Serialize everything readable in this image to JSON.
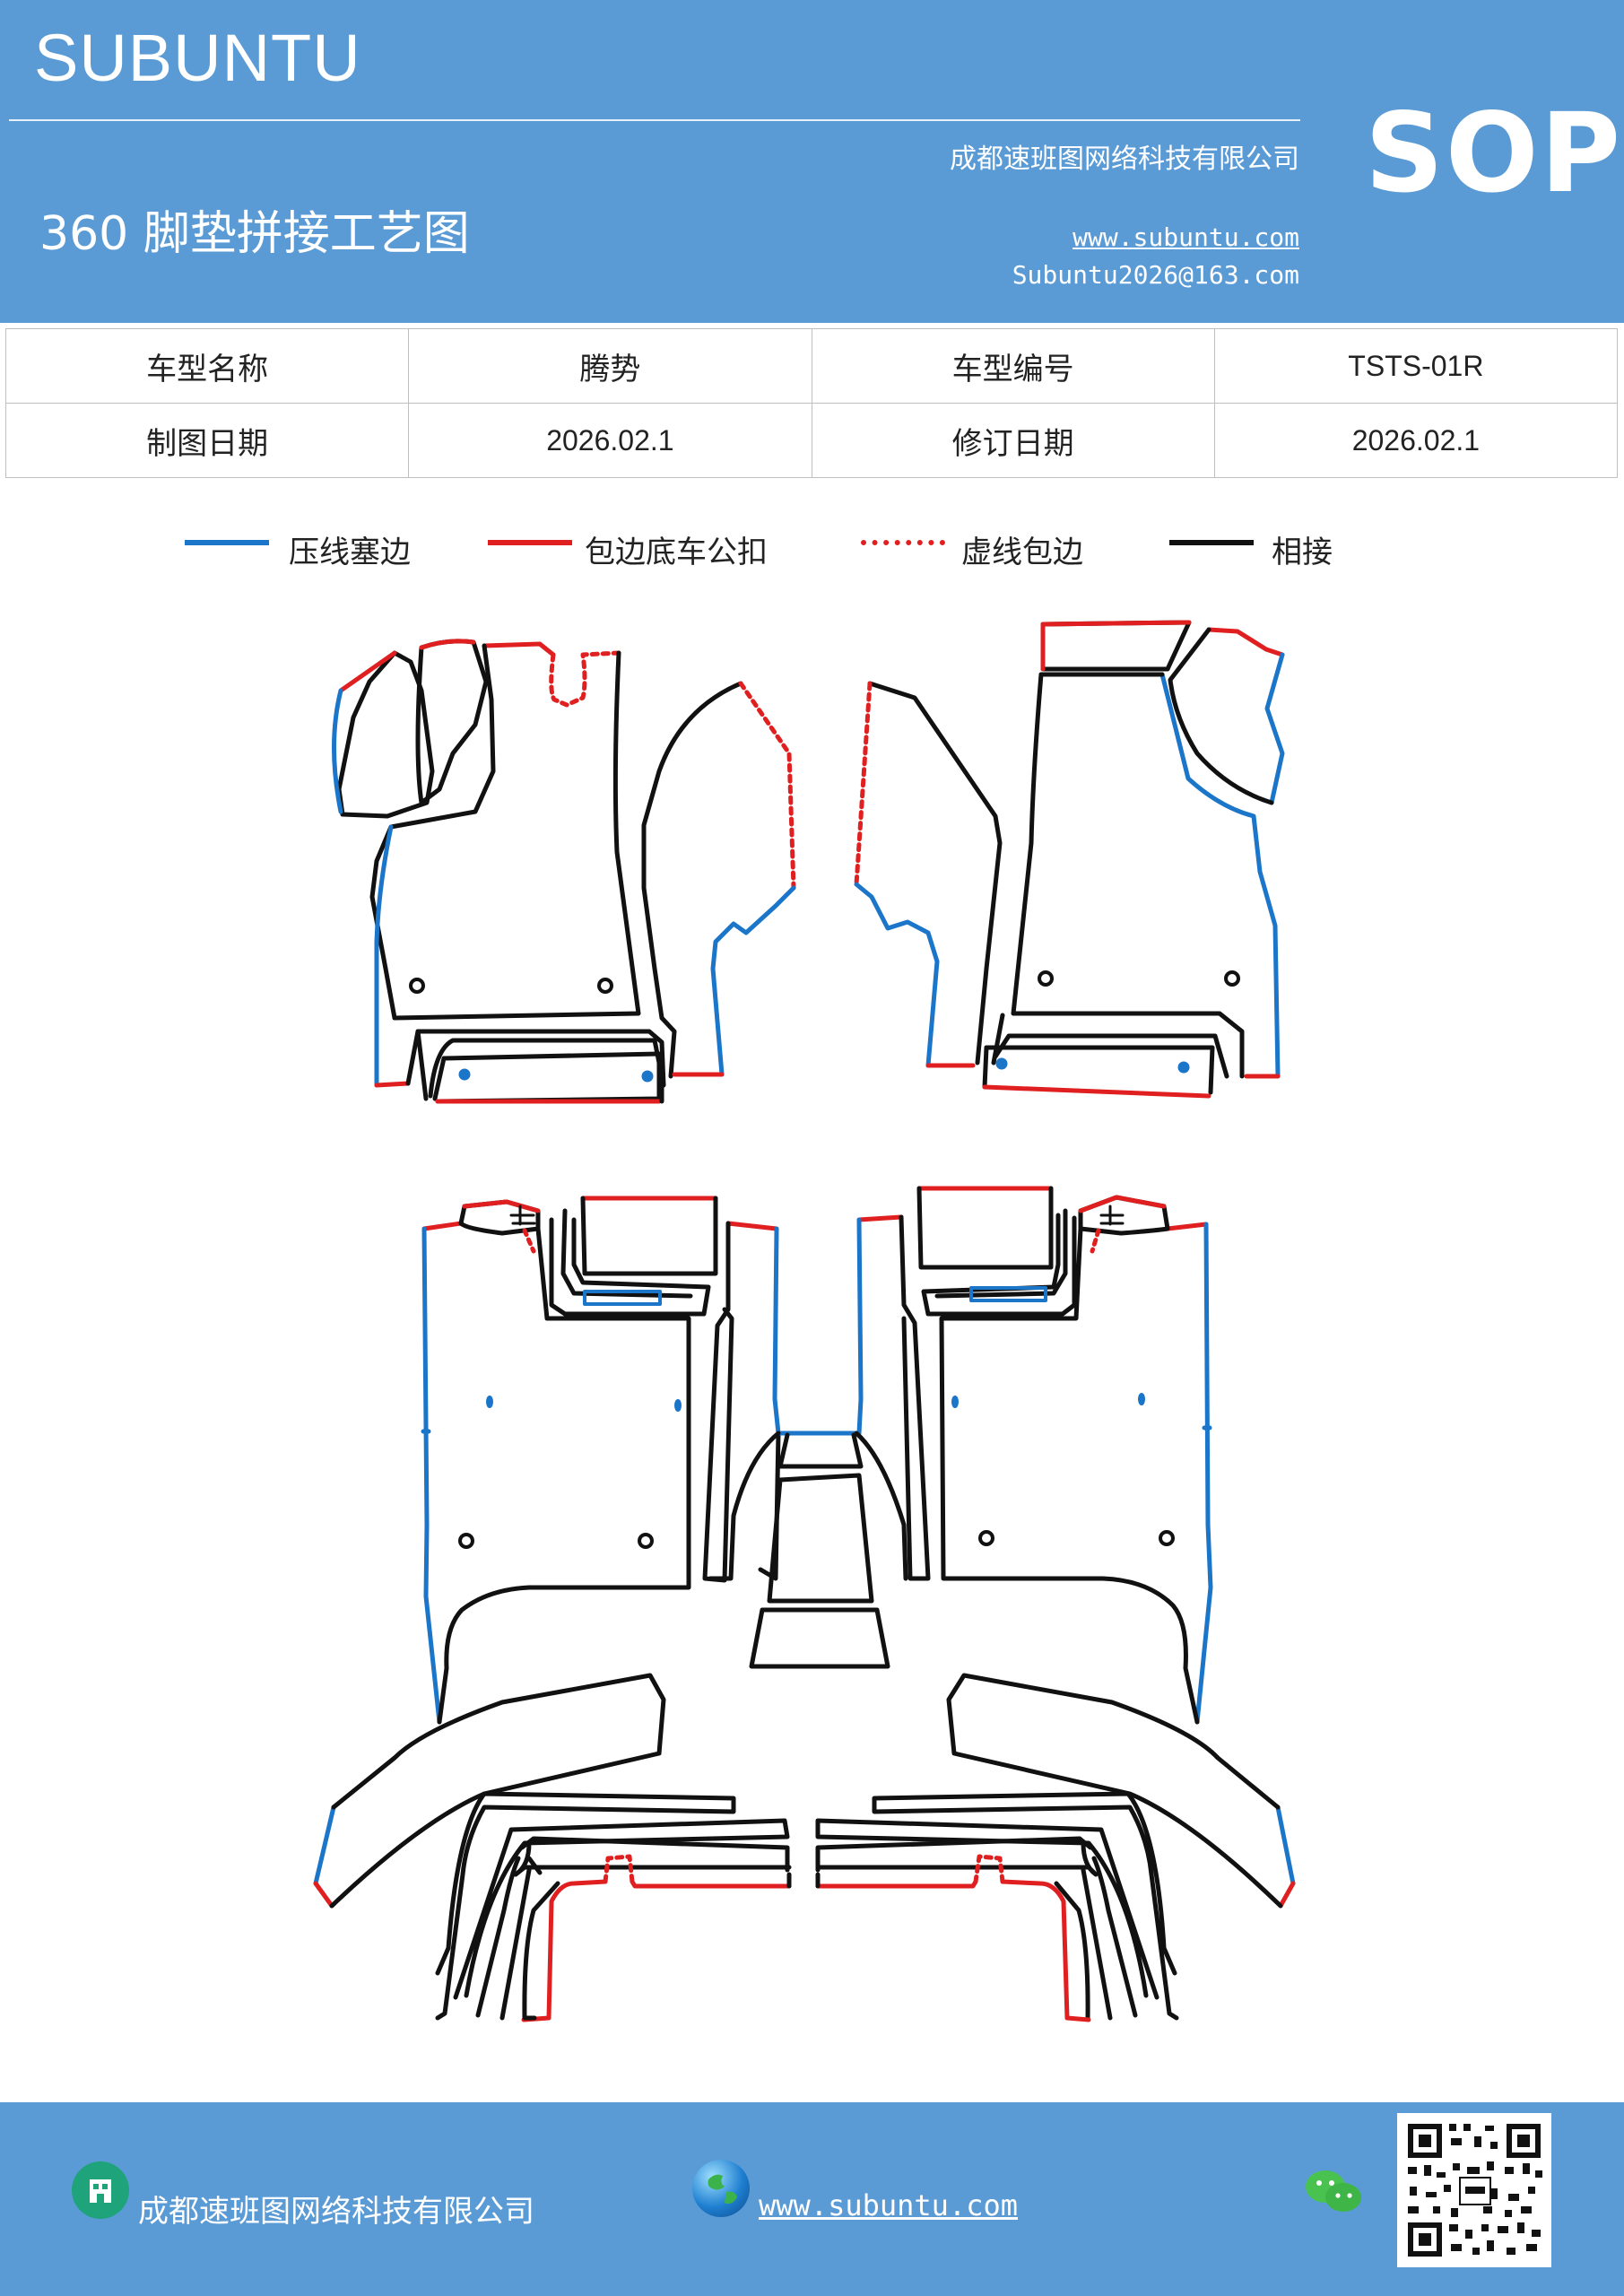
{
  "header": {
    "brand": "SUBUNTU",
    "company": "成都速班图网络科技有限公司",
    "title": "360 脚垫拼接工艺图",
    "website": "www.subuntu.com",
    "email": "Subuntu2026@163.com",
    "badge": "SOP"
  },
  "info_table": {
    "rows": [
      [
        "车型名称",
        "腾势",
        "车型编号",
        "TSTS-01R"
      ],
      [
        "制图日期",
        "2026.02.1",
        "修订日期",
        "2026.02.1"
      ]
    ]
  },
  "legend": [
    {
      "label": "压线塞边",
      "color": "#1b75c9",
      "style": "solid"
    },
    {
      "label": "包边底车公扣",
      "color": "#e02020",
      "style": "solid"
    },
    {
      "label": "虚线包边",
      "color": "#e02020",
      "style": "dotted"
    },
    {
      "label": "相接",
      "color": "#111111",
      "style": "solid"
    }
  ],
  "colors": {
    "header_bg": "#5b9bd5",
    "blue_line": "#1b75c9",
    "red_line": "#e02020",
    "black_line": "#111111"
  },
  "footer": {
    "company": "成都速班图网络科技有限公司",
    "website": "www.subuntu.com",
    "icons": [
      "building-icon",
      "globe-icon",
      "wechat-icon",
      "qr-code"
    ]
  }
}
